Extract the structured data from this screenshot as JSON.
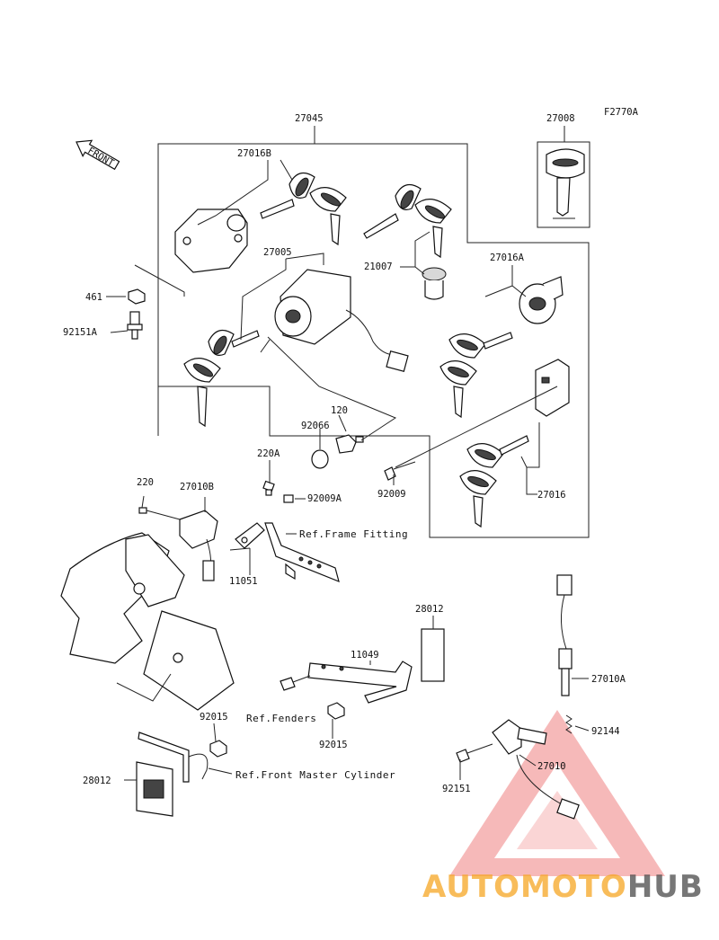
{
  "diagram_code": "F2770A",
  "front_arrow": "FRONT",
  "labels": {
    "p27045": "27045",
    "p27008": "27008",
    "p27016B": "27016B",
    "p27005": "27005",
    "p21007": "21007",
    "p27016A": "27016A",
    "p461": "461",
    "p92151A": "92151A",
    "p120": "120",
    "p92066": "92066",
    "p220A": "220A",
    "p220": "220",
    "p27010B": "27010B",
    "p92009A": "92009A",
    "p92009": "92009",
    "p27016": "27016",
    "p11051": "11051",
    "p28012a": "28012",
    "p11049": "11049",
    "p27010A": "27010A",
    "p92015a": "92015",
    "p92015b": "92015",
    "p92144": "92144",
    "p27010": "27010",
    "p92151": "92151",
    "p28012b": "28012"
  },
  "refs": {
    "frame_fitting": "Ref.Frame Fitting",
    "fenders": "Ref.Fenders",
    "front_master_cylinder": "Ref.Front Master Cylinder"
  },
  "watermark": {
    "text_part1": "AUTOMOTO",
    "text_part2": "HUB",
    "color_orange": "#f5a623",
    "color_red": "#e8413c",
    "color_dark": "#4a4a4a"
  }
}
